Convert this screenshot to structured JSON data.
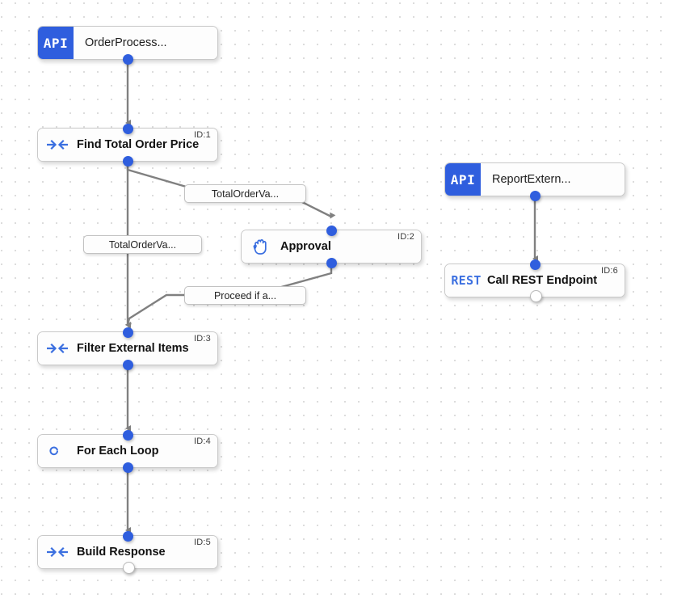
{
  "canvas": {
    "background_color": "#ffffff",
    "grid_dot_color": "#dcdcdc",
    "accent_color": "#2f5ede",
    "edge_color": "#808080"
  },
  "nodes": [
    {
      "key": "order_process",
      "type": "api-start",
      "badge": "API",
      "title": "OrderProcess...",
      "id_tag": ""
    },
    {
      "key": "find_total_order_price",
      "type": "step",
      "icon": "transform-arrows-icon",
      "title": "Find Total Order Price",
      "id_tag": "ID:1"
    },
    {
      "key": "approval",
      "type": "step",
      "icon": "hand-icon",
      "title": "Approval",
      "id_tag": "ID:2"
    },
    {
      "key": "filter_external_items",
      "type": "step",
      "icon": "transform-arrows-icon",
      "title": "Filter External Items",
      "id_tag": "ID:3"
    },
    {
      "key": "for_each_loop",
      "type": "step",
      "icon": "infinity-icon",
      "title": "For Each Loop",
      "id_tag": "ID:4"
    },
    {
      "key": "build_response",
      "type": "step",
      "icon": "transform-arrows-icon",
      "title": "Build Response",
      "id_tag": "ID:5"
    },
    {
      "key": "report_extern",
      "type": "api-start",
      "badge": "API",
      "title": "ReportExtern...",
      "id_tag": ""
    },
    {
      "key": "call_rest_endpoint",
      "type": "rest",
      "badge": "REST",
      "title": "Call REST Endpoint",
      "id_tag": "ID:6"
    }
  ],
  "edge_labels": [
    {
      "key": "total_order_va_top",
      "text": "TotalOrderVa..."
    },
    {
      "key": "total_order_va_left",
      "text": "TotalOrderVa..."
    },
    {
      "key": "proceed_if_a",
      "text": "Proceed if a..."
    }
  ]
}
